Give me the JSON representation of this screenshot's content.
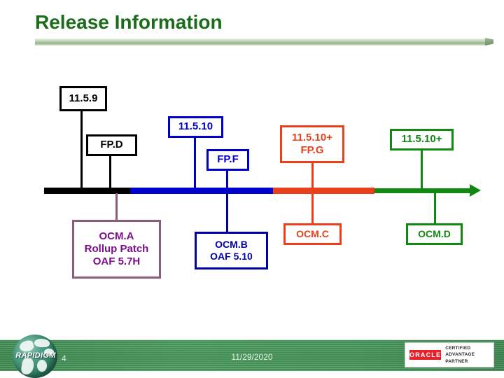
{
  "slide": {
    "title": "Release Information",
    "page_number": "4",
    "date": "11/29/2020"
  },
  "colors": {
    "title_green": "#1a6b1a",
    "black": "#000000",
    "blue": "#0000CC",
    "red": "#E8401C",
    "green": "#118811",
    "purple_text": "#7A0F8C",
    "purple_border": "#8A5C7A",
    "navy": "#0000AA",
    "footer_green": "#45945a",
    "oracle_red": "#E8202A"
  },
  "timeline": {
    "segments": [
      {
        "name": "segment-black",
        "color": "#000000"
      },
      {
        "name": "segment-blue",
        "color": "#0000CC"
      },
      {
        "name": "segment-red",
        "color": "#E8401C"
      },
      {
        "name": "segment-green",
        "color": "#118811"
      }
    ],
    "arrow_color": "#118811"
  },
  "boxes_above": [
    {
      "id": "11-5-9",
      "lines": [
        "11.5.9"
      ],
      "style": "black"
    },
    {
      "id": "fp-d",
      "lines": [
        "FP.D"
      ],
      "style": "black"
    },
    {
      "id": "11-5-10",
      "lines": [
        "11.5.10"
      ],
      "style": "blue"
    },
    {
      "id": "fp-f",
      "lines": [
        "FP.F"
      ],
      "style": "blue"
    },
    {
      "id": "11-5-10-fp-g",
      "lines": [
        "11.5.10+",
        "FP.G"
      ],
      "style": "red"
    },
    {
      "id": "11-5-10-plus",
      "lines": [
        "11.5.10+"
      ],
      "style": "green"
    }
  ],
  "boxes_below": [
    {
      "id": "ocm-a",
      "lines": [
        "OCM.A",
        "Rollup Patch",
        "OAF 5.7H"
      ],
      "style": "purple"
    },
    {
      "id": "ocm-b",
      "lines": [
        "OCM.B",
        "OAF 5.10"
      ],
      "style": "navy"
    },
    {
      "id": "ocm-c",
      "lines": [
        "OCM.C"
      ],
      "style": "red"
    },
    {
      "id": "ocm-d",
      "lines": [
        "OCM.D"
      ],
      "style": "green"
    }
  ],
  "footer": {
    "logo_wordmark": "RAPIDIGM",
    "oracle": {
      "mark": "ORACLE",
      "line1": "CERTIFIED ADVANTAGE",
      "line2": "PARTNER"
    }
  }
}
